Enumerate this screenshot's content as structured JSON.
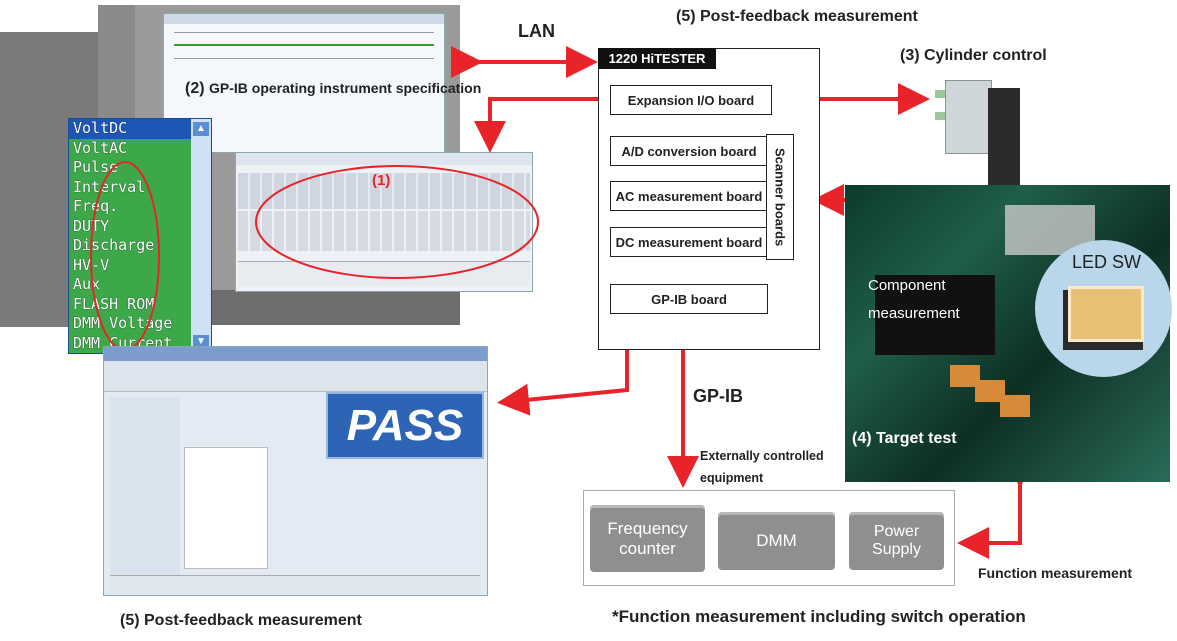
{
  "labels": {
    "lan": "LAN",
    "post_feedback_top": "(5) Post-feedback measurement",
    "post_feedback_bottom": "(5) Post-feedback measurement",
    "cylinder_control": "(3) Cylinder control",
    "gpib_spec": "(2)",
    "gpib_spec_text": "GP-IB operating instrument specification",
    "gpib": "GP-IB",
    "externally_controlled": "Externally controlled",
    "equipment": "equipment",
    "target_test": "(4) Target test",
    "function_measurement": "Function measurement",
    "footnote": "*Function measurement including switch operation",
    "component_line1": "Component",
    "component_line2": "measurement",
    "led_sw": "LED SW",
    "marker_1": "(1)"
  },
  "hitester": {
    "title": "1220 HiTESTER",
    "boards": {
      "expansion": "Expansion I/O board",
      "ad": "A/D conversion board",
      "ac": "AC measurement board",
      "dc": "DC measurement board",
      "gpib": "GP-IB board",
      "scanner": "Scanner boards"
    }
  },
  "equipment": {
    "frequency_line1": "Frequency",
    "frequency_line2": "counter",
    "dmm": "DMM",
    "power_line1": "Power",
    "power_line2": "Supply"
  },
  "function_menu": [
    "VoltDC",
    "VoltAC",
    "Pulse",
    "Interval",
    "Freq.",
    "DUTY",
    "Discharge",
    "HV-V",
    "Aux",
    "FLASH ROM",
    "DMM Voltage",
    "DMM Current"
  ],
  "pass_text": "PASS",
  "colors": {
    "arrow": "#e8232a",
    "menu_bg": "#3da84a",
    "pass_bg": "#2d64b5"
  }
}
